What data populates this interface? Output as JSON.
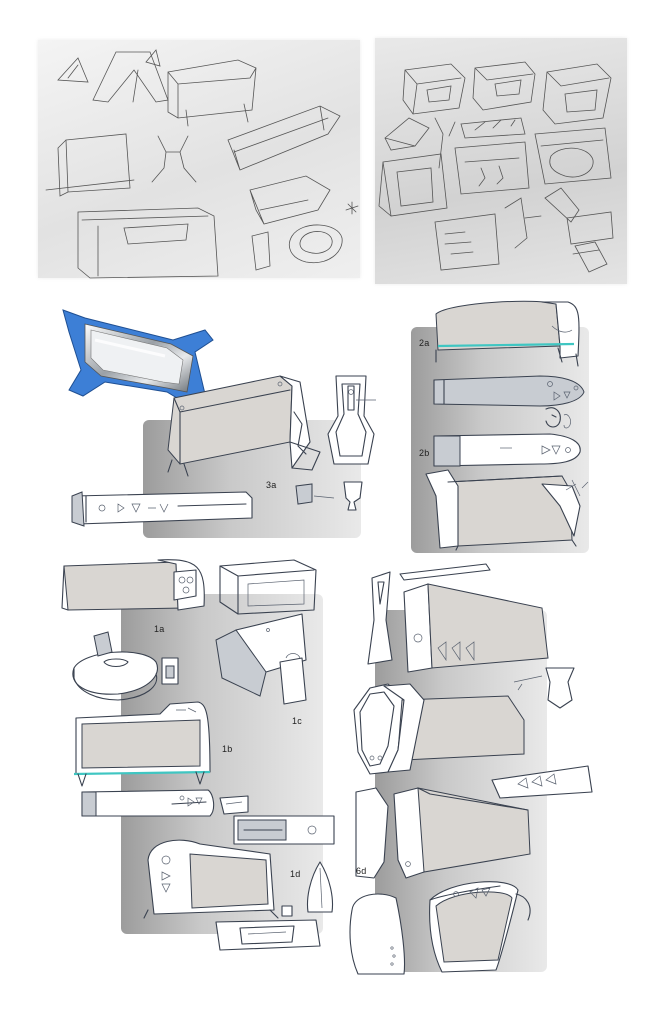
{
  "labels": {
    "l3a": "3a",
    "l2a": "2a",
    "l2b": "2b",
    "l1a": "1a",
    "l1b": "1b",
    "l1c": "1c",
    "l1d": "1d",
    "l6d": "6d"
  },
  "colors": {
    "panel": "#c9c9c9",
    "accent": "#3fc6c2",
    "blue_model": "#3d7fd6",
    "mesh": "#d9d6d2"
  }
}
